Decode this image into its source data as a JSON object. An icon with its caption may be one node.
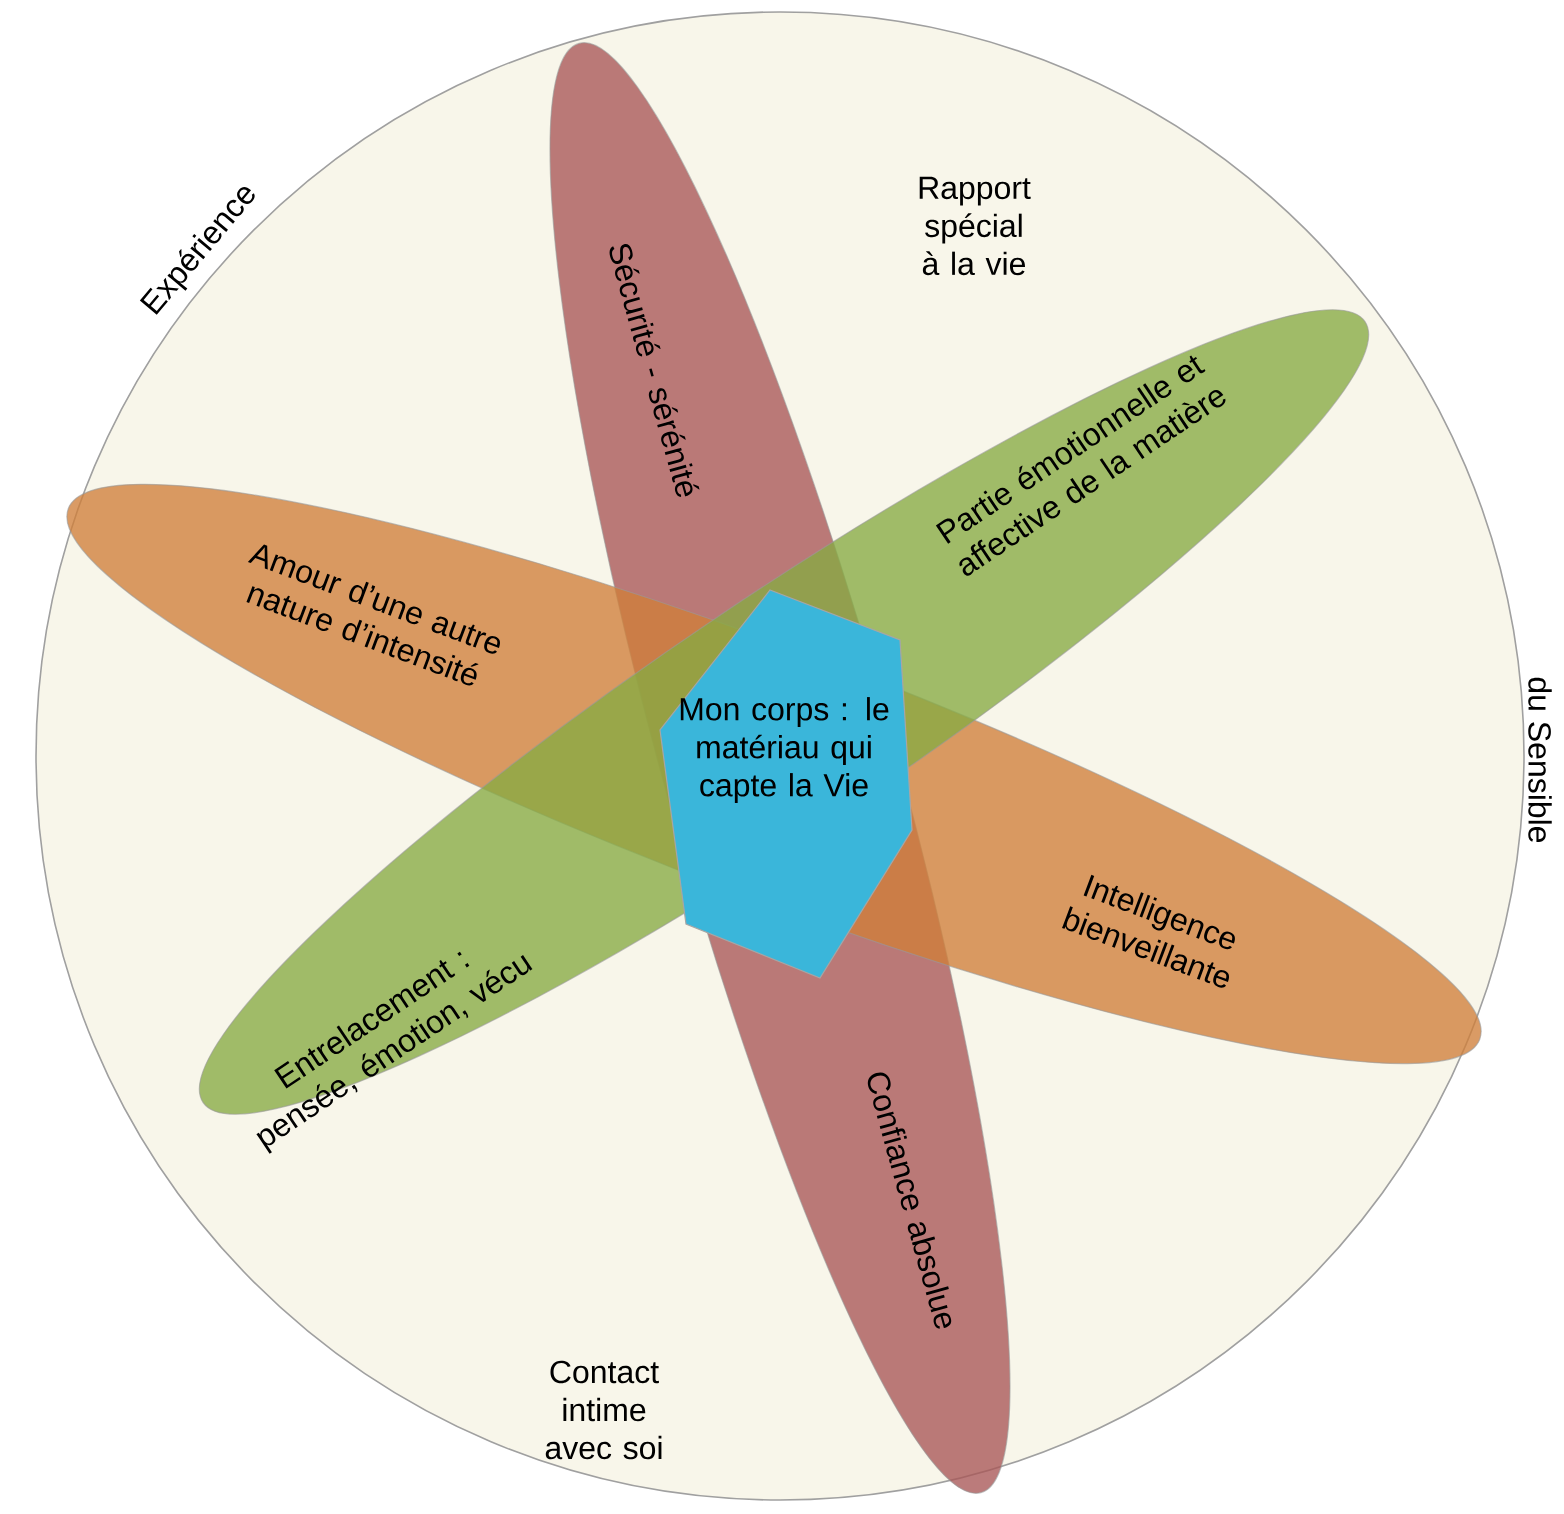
{
  "diagram": {
    "nodes": [
      {
        "text": [
          "Rapport spécial à la vie",
          "Contact intime avec soi"
        ]
      },
      {
        "text": [
          "Sécurité - sérénité",
          "Confiance absolue"
        ],
        "in": 0
      },
      {
        "text": [
          "Amour d’une autre nature d’intensité",
          "Intelligence bienveillante"
        ],
        "in": 0
      },
      {
        "text": [
          "Partie émotionnelle et affective de la matière",
          "Entrelacement : pensée, émotion, vécu"
        ],
        "in": 0
      },
      {
        "text": [
          "Mon corps : le matériau qui capte la Vie"
        ]
      }
    ],
    "labels": [
      "Expérience",
      "du Sensible"
    ]
  }
}
